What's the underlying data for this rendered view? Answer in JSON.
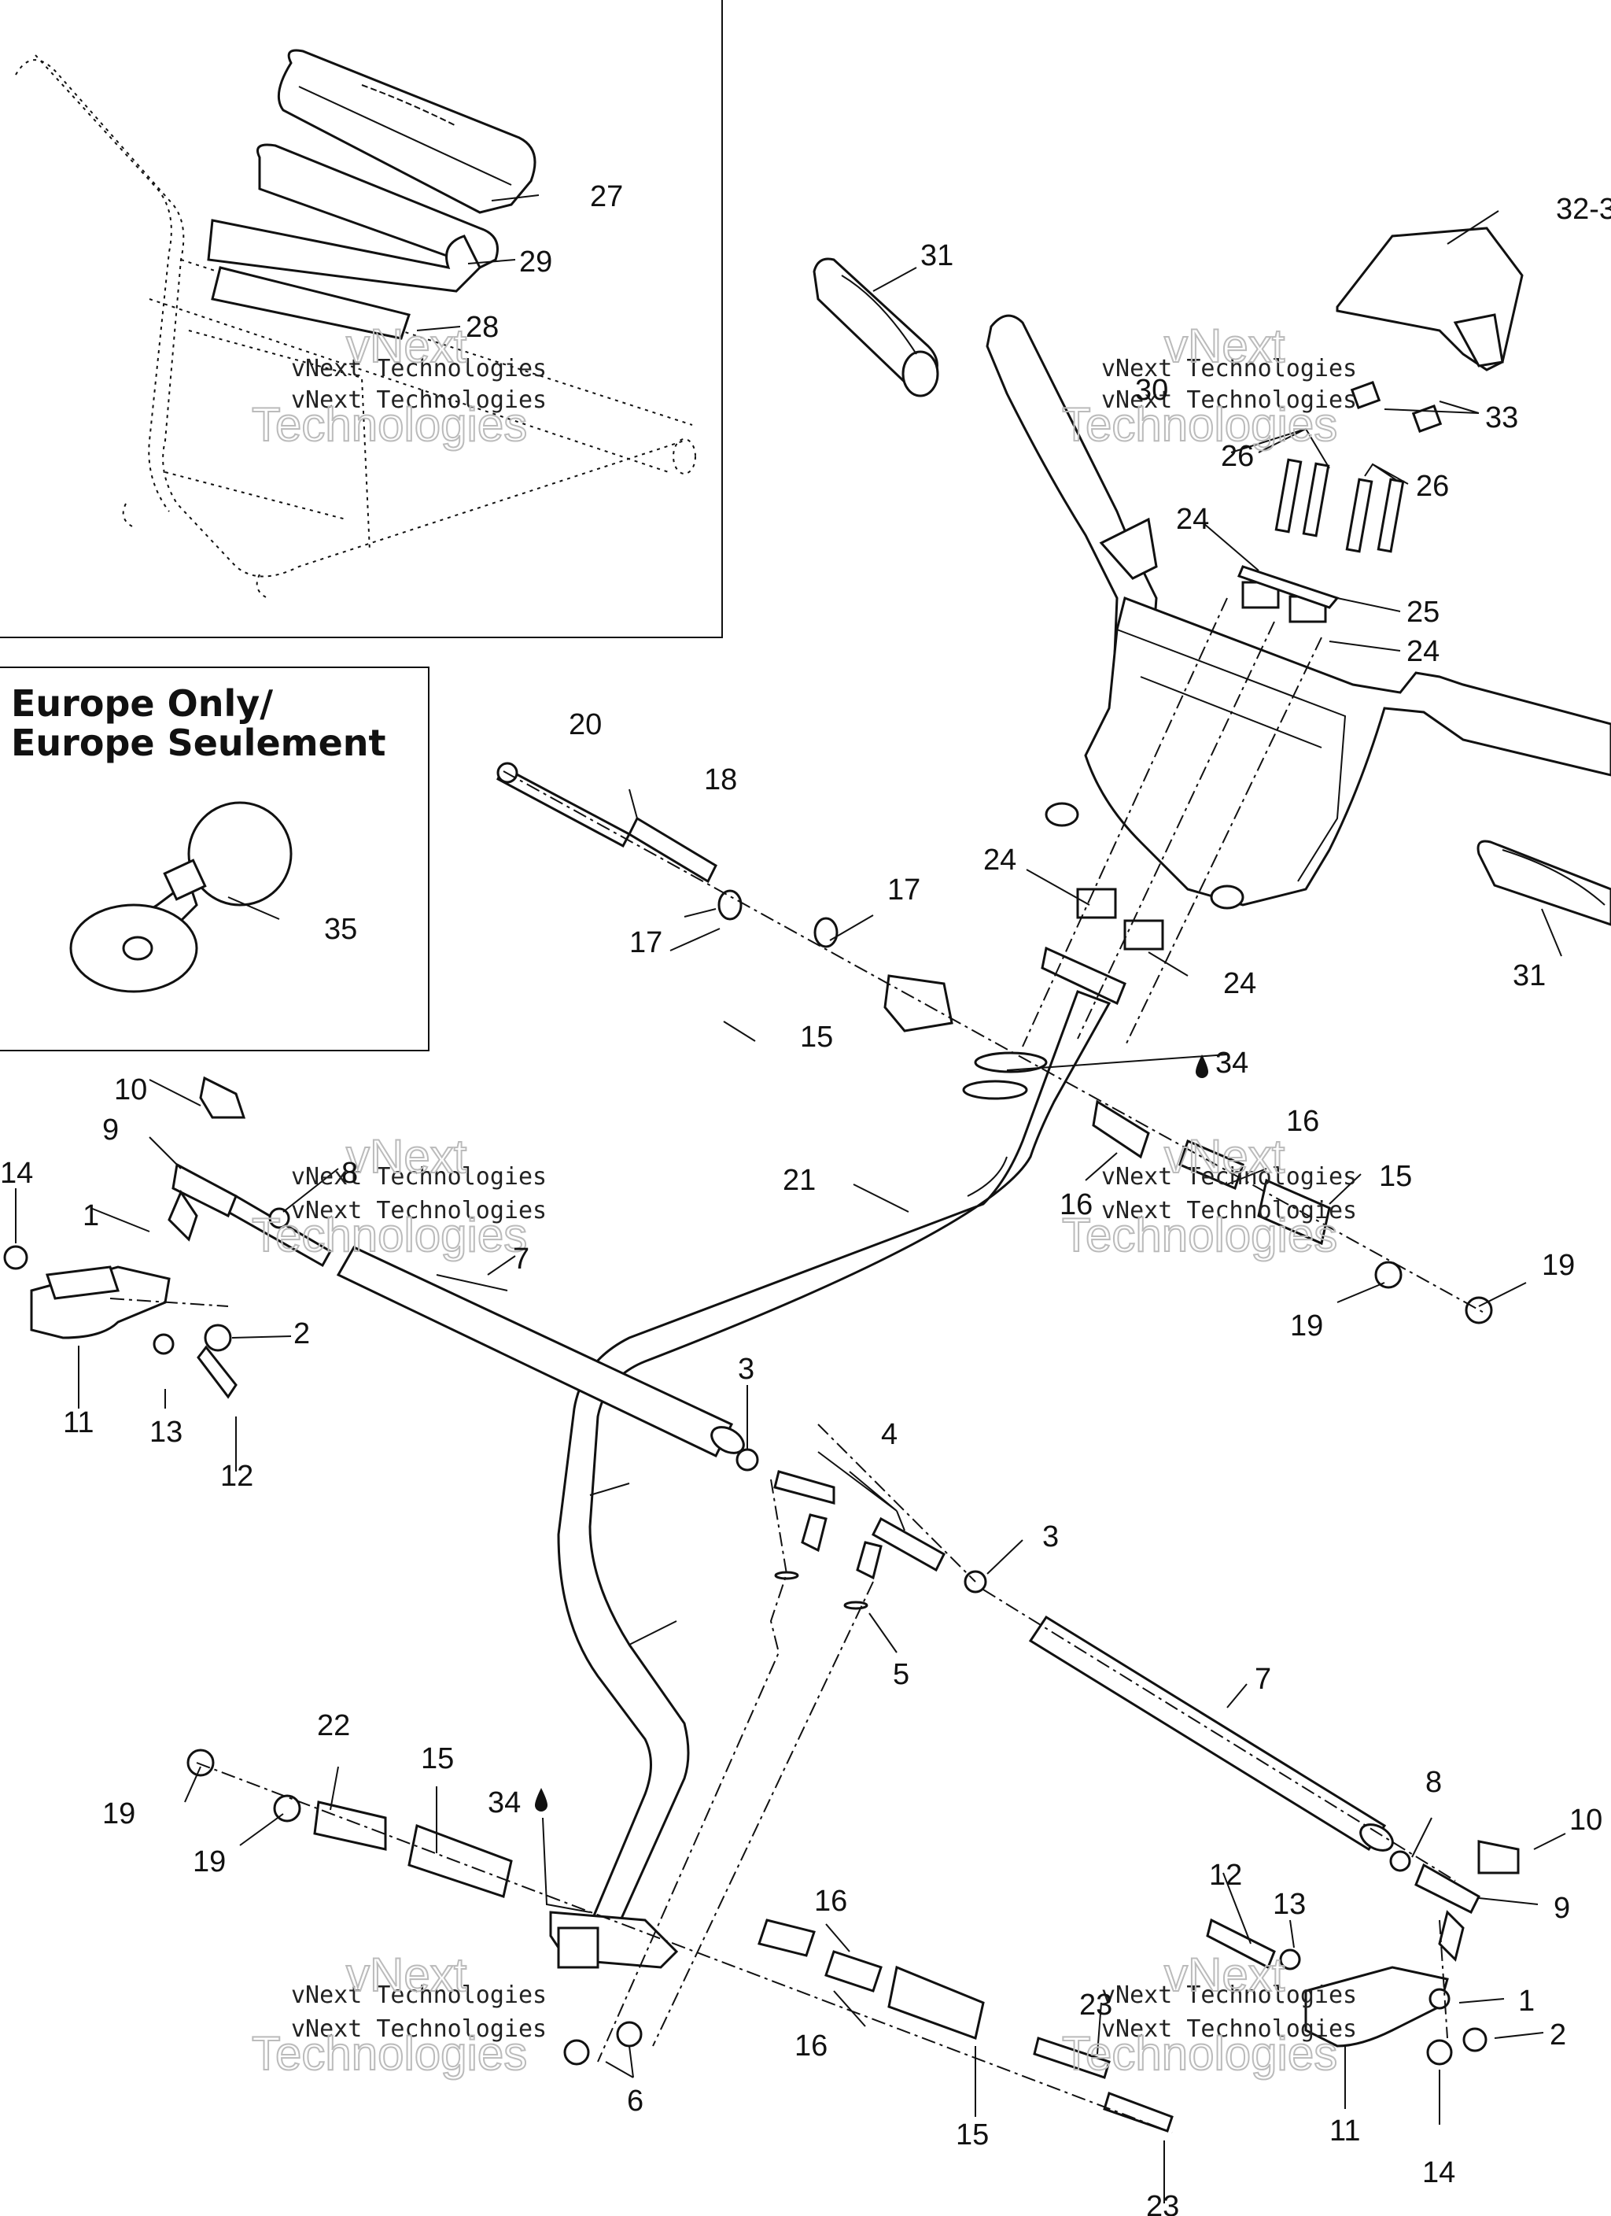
{
  "diagram": {
    "inset_europe": {
      "title_line1": "Europe Only/",
      "title_line2": "Europe Seulement"
    },
    "watermark": {
      "line": "vNext Technologies",
      "word1": "vNext",
      "word2": "Technologies"
    },
    "labels": {
      "p1a": "1",
      "p1b": "1",
      "p2a": "2",
      "p2b": "2",
      "p3a": "3",
      "p3b": "3",
      "p4": "4",
      "p5": "5",
      "p6": "6",
      "p7a": "7",
      "p7b": "7",
      "p8a": "8",
      "p8b": "8",
      "p9a": "9",
      "p9b": "9",
      "p10a": "10",
      "p10b": "10",
      "p11a": "11",
      "p11b": "11",
      "p12a": "12",
      "p12b": "12",
      "p13a": "13",
      "p13b": "13",
      "p14a": "14",
      "p14b": "14",
      "p15a": "15",
      "p15b": "15",
      "p15c": "15",
      "p15d": "15",
      "p16a": "16",
      "p16b": "16",
      "p16c": "16",
      "p16d": "16",
      "p17a": "17",
      "p17b": "17",
      "p18": "18",
      "p19a": "19",
      "p19b": "19",
      "p19c": "19",
      "p19d": "19",
      "p20": "20",
      "p21": "21",
      "p22": "22",
      "p23a": "23",
      "p23b": "23",
      "p24a": "24",
      "p24b": "24",
      "p24c": "24",
      "p24d": "24",
      "p25": "25",
      "p26a": "26",
      "p26b": "26",
      "p27": "27",
      "p28": "28",
      "p29": "29",
      "p30": "30",
      "p31a": "31",
      "p31b": "31",
      "p32": "32-3",
      "p33": "33",
      "p34a": "34",
      "p34b": "34",
      "p35": "35"
    }
  }
}
